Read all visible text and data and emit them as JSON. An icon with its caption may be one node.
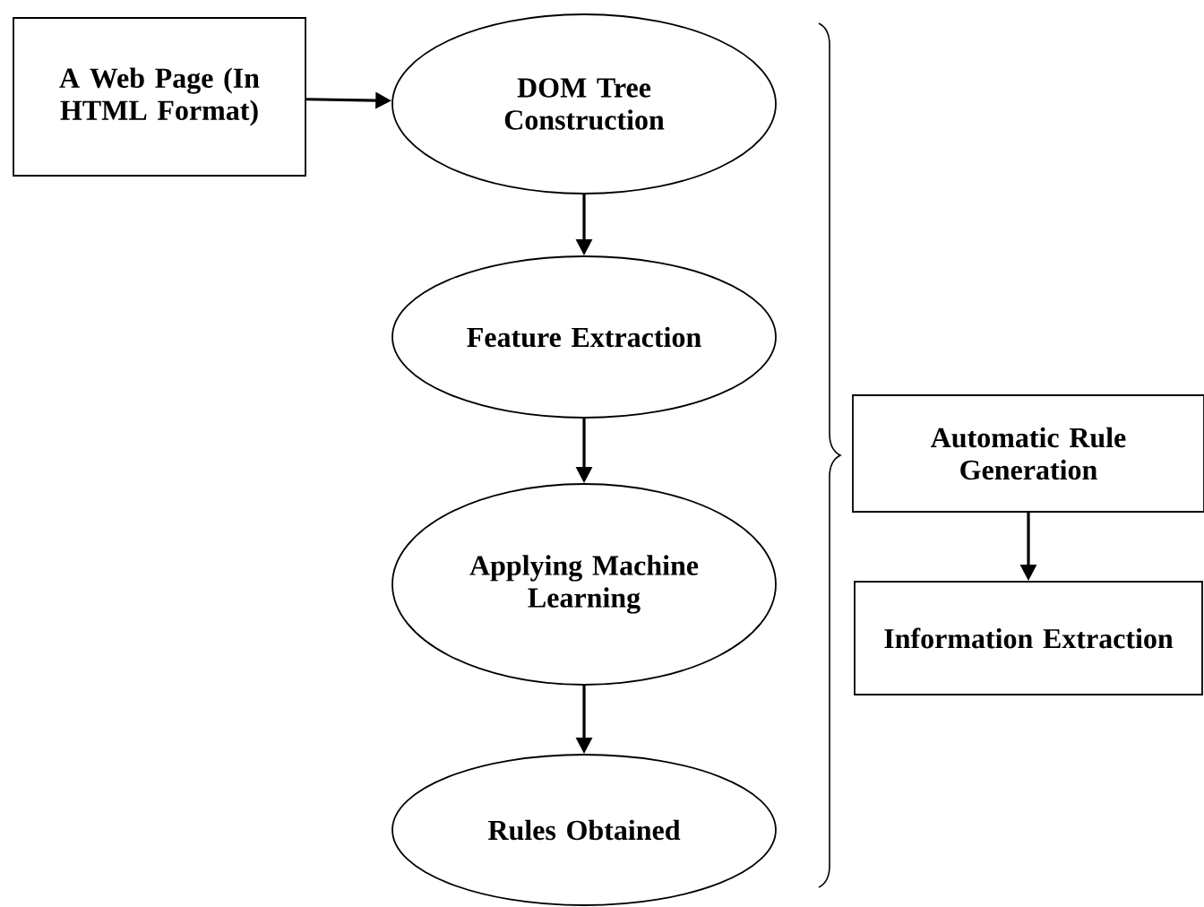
{
  "diagram": {
    "nodes": [
      {
        "text": [
          "A Web Page (In HTML Format)"
        ]
      },
      {
        "text": [
          "DOM Tree Construction"
        ]
      },
      {
        "text": [
          "Feature Extraction"
        ]
      },
      {
        "text": [
          "Applying Machine Learning"
        ]
      },
      {
        "text": [
          "Rules Obtained"
        ]
      },
      {
        "text": [
          "Automatic Rule Generation"
        ]
      },
      {
        "text": [
          "Information Extraction"
        ]
      }
    ],
    "edges": [
      {
        "from": 0,
        "to": 1,
        "arrow": "to"
      },
      {
        "from": 1,
        "to": 2,
        "arrow": "to"
      },
      {
        "from": 2,
        "to": 3,
        "arrow": "to"
      },
      {
        "from": 3,
        "to": 4,
        "arrow": "to"
      },
      {
        "from": 5,
        "to": 6,
        "arrow": "to"
      }
    ]
  }
}
